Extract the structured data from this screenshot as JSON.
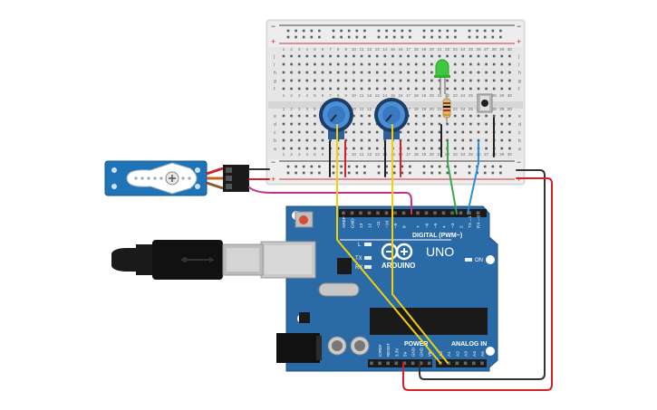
{
  "breadboard": {
    "columns": [
      "1",
      "2",
      "3",
      "4",
      "5",
      "6",
      "7",
      "8",
      "9",
      "10",
      "11",
      "12",
      "13",
      "14",
      "15",
      "16",
      "17",
      "18",
      "19",
      "20",
      "21",
      "22",
      "23",
      "24",
      "25",
      "26",
      "27",
      "28",
      "29",
      "30"
    ],
    "rows_top": [
      "j",
      "i",
      "h",
      "g",
      "f"
    ],
    "rows_bottom": [
      "e",
      "d",
      "c",
      "b",
      "a"
    ],
    "rail_minus": "−",
    "rail_plus": "+"
  },
  "arduino": {
    "brand": "ARDUINO",
    "model": "UNO",
    "digital_label": "DIGITAL (PWM~)",
    "power_label": "POWER",
    "analog_label": "ANALOG IN",
    "on_label": "ON",
    "l_label": "L",
    "tx_label": "TX",
    "rx_label": "RX",
    "digital_pins": [
      "AREF",
      "GND",
      "13",
      "12",
      "~11",
      "~10",
      "~9",
      "8",
      "7",
      "~6",
      "~5",
      "4",
      "~3",
      "2",
      "TX→1",
      "RX←0"
    ],
    "power_pins": [
      "IOREF",
      "RESET",
      "3.3V",
      "5V",
      "GND",
      "GND",
      "Vin"
    ],
    "analog_pins": [
      "A0",
      "A1",
      "A2",
      "A3",
      "A4",
      "A5"
    ]
  },
  "colors": {
    "board": "#2a6aa6",
    "breadboard": "#e8e8e8",
    "rail_red": "#d0333a",
    "wire_red": "#d42028",
    "wire_black": "#333333",
    "wire_yellow": "#f2cf0c",
    "wire_magenta": "#c8308f",
    "wire_green": "#38a84a",
    "wire_blue": "#2a8fd4",
    "led": "#3dc93d",
    "servo": "#1f74b8",
    "pot": "#3d7fc8"
  }
}
